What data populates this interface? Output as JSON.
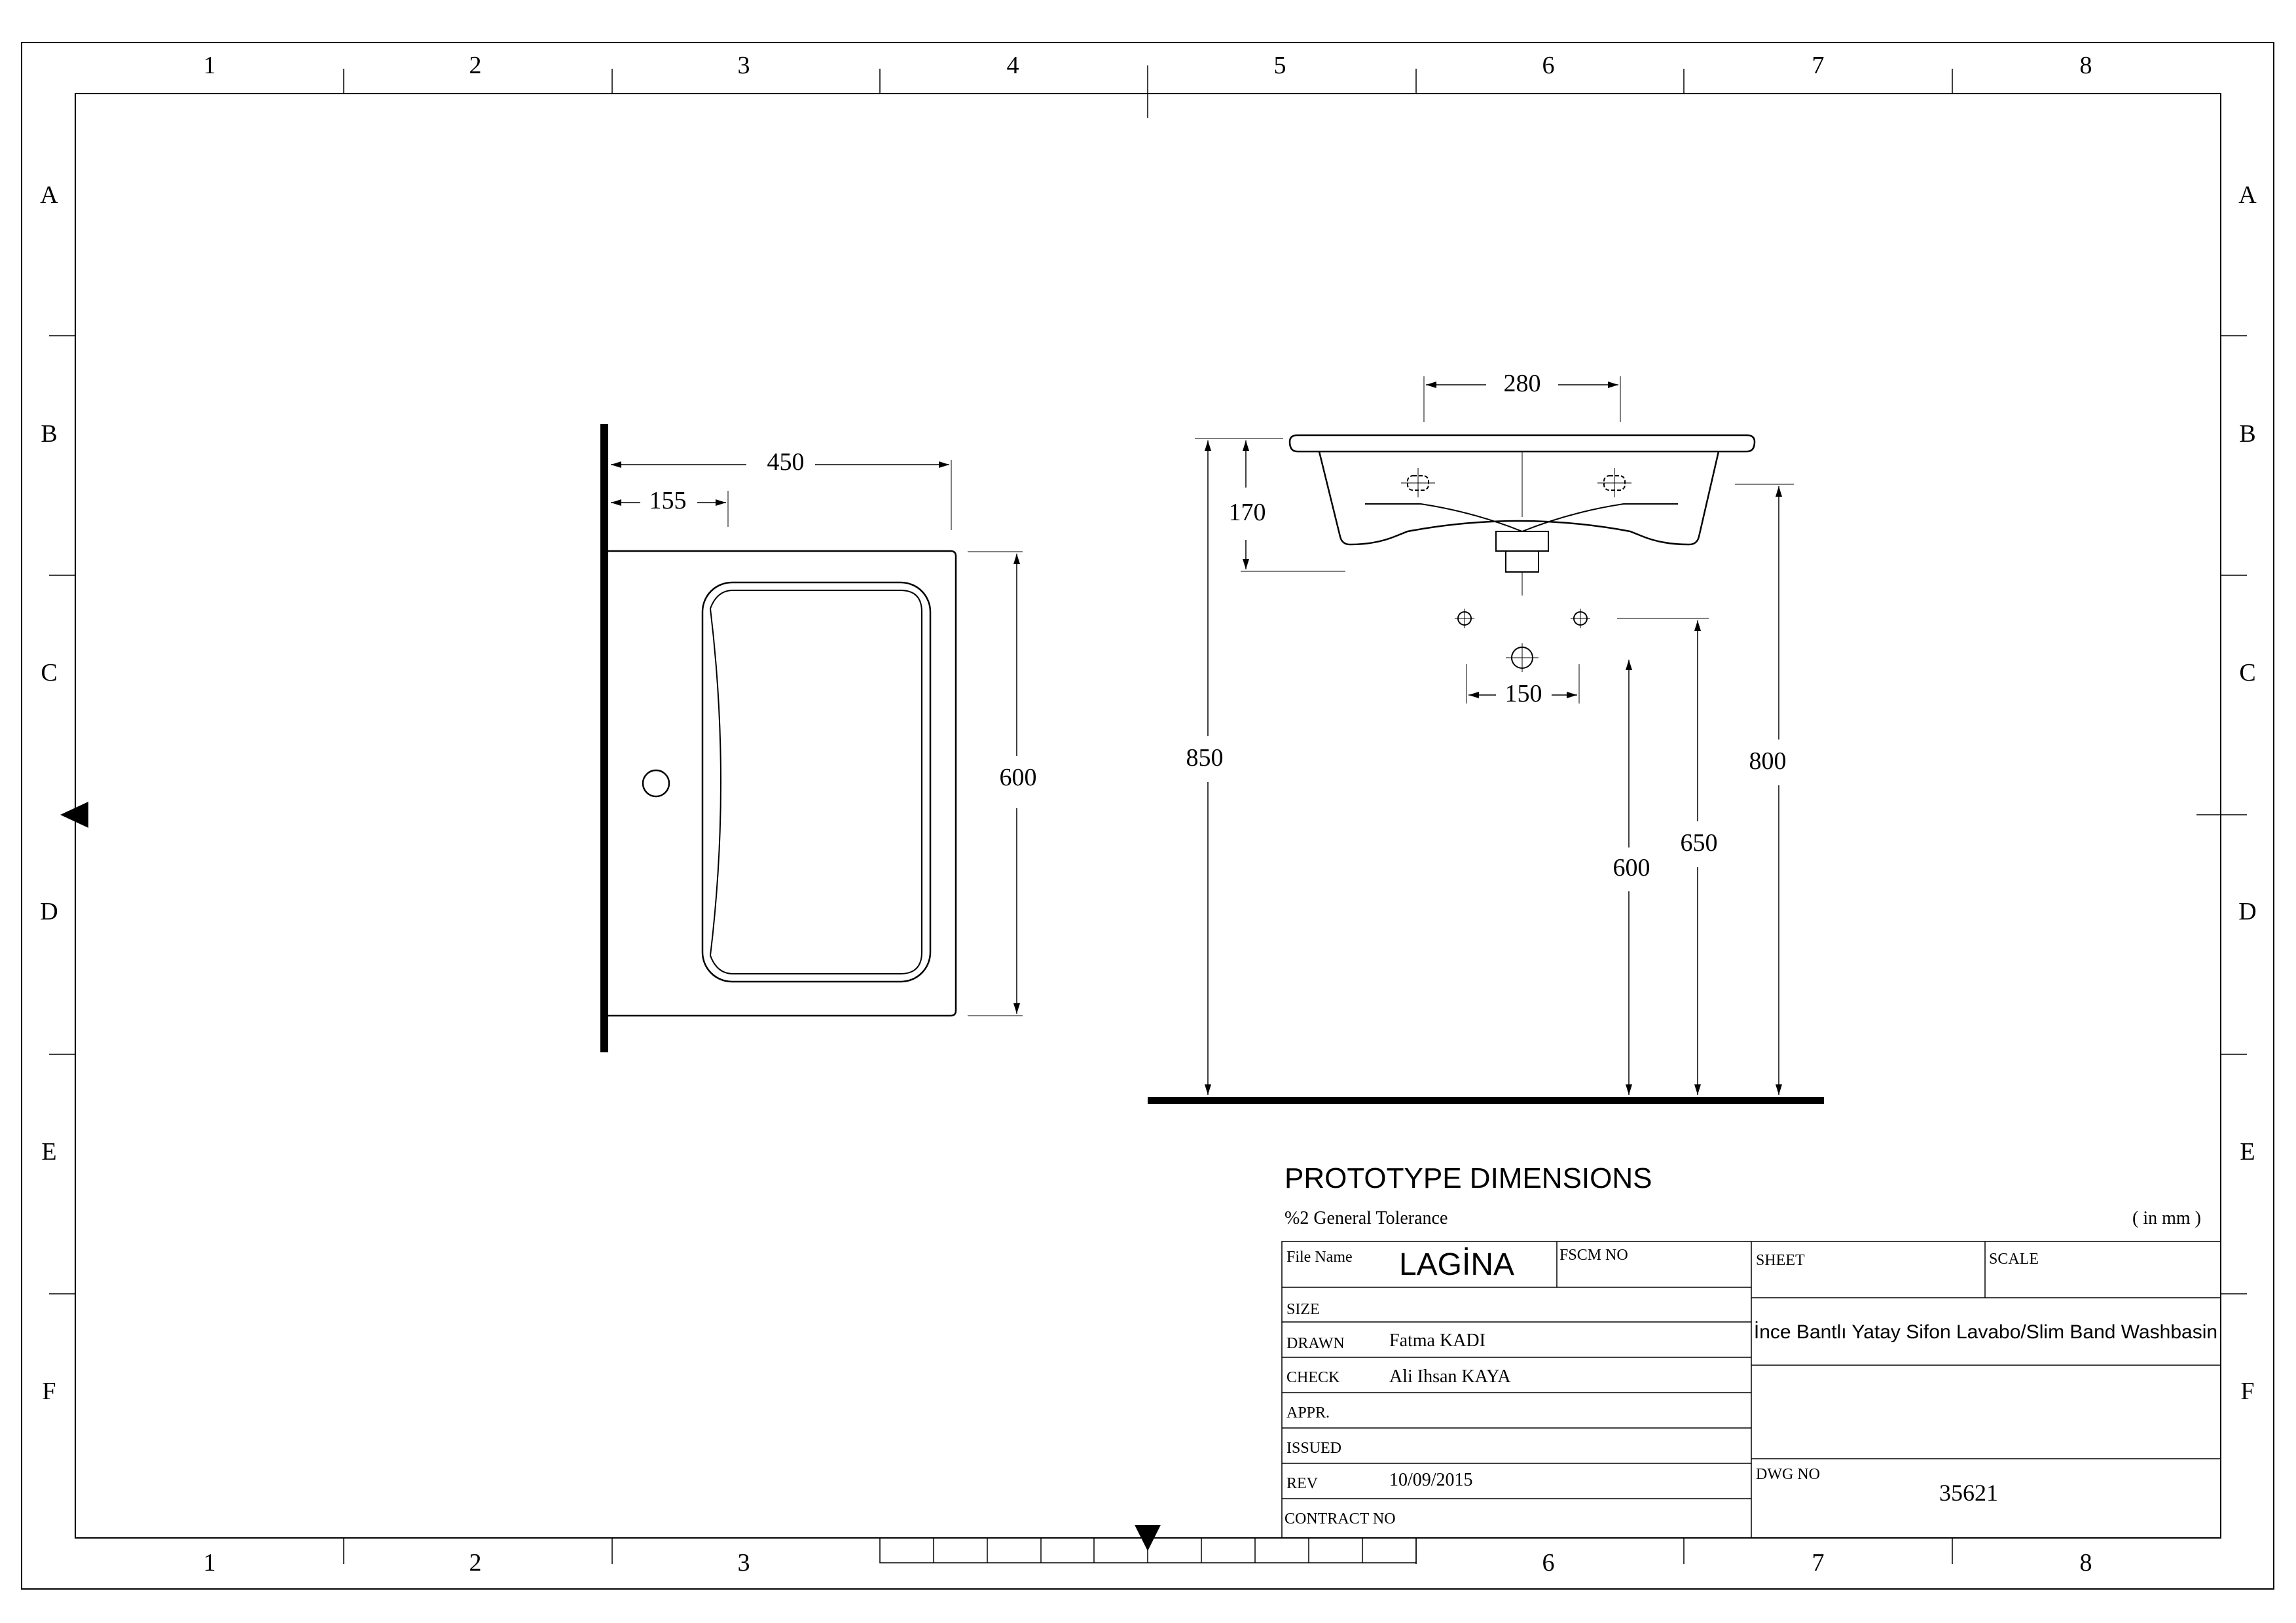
{
  "frame": {
    "columns": [
      "1",
      "2",
      "3",
      "4",
      "5",
      "6",
      "7",
      "8"
    ],
    "bottom_columns": [
      "1",
      "2",
      "3",
      "6",
      "7",
      "8"
    ],
    "rows": [
      "A",
      "B",
      "C",
      "D",
      "E",
      "F"
    ]
  },
  "top_view": {
    "dim_width": "450",
    "dim_hole_offset": "155",
    "dim_depth": "600"
  },
  "front_view": {
    "dim_hole_spacing": "280",
    "dim_basin_height": "170",
    "dim_total_height": "850",
    "dim_rim_height": "800",
    "dim_inlet_height": "650",
    "dim_outlet_height": "600",
    "dim_inlet_spacing": "150"
  },
  "title_block": {
    "heading": "PROTOTYPE DIMENSIONS",
    "tolerance": "%2 General Tolerance",
    "units": "( in mm )",
    "file_name_label": "File Name",
    "file_name": "LAGİNA",
    "fscm_label": "FSCM NO",
    "sheet_label": "SHEET",
    "scale_label": "SCALE",
    "size_label": "SIZE",
    "drawn_label": "DRAWN",
    "drawn_value": "Fatma KADI",
    "check_label": "CHECK",
    "check_value": "Ali Ihsan KAYA",
    "appr_label": "APPR.",
    "issued_label": "ISSUED",
    "rev_label": "REV",
    "rev_value": "10/09/2015",
    "contract_label": "CONTRACT NO",
    "product_title": "İnce Bantlı Yatay Sifon Lavabo/Slim Band Washbasin",
    "dwg_label": "DWG NO",
    "dwg_value": "35621"
  }
}
